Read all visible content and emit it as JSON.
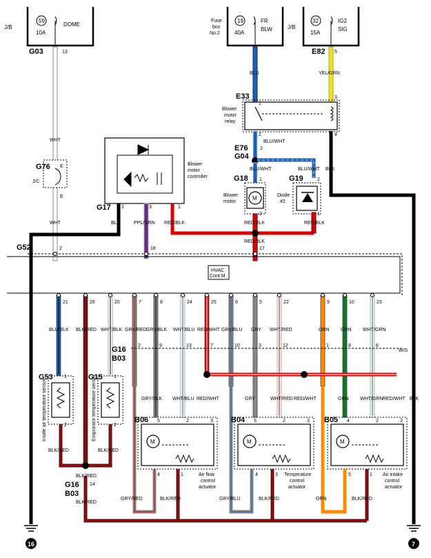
{
  "top": {
    "jb_left": "J/B",
    "fuse_dome_no": "59",
    "fuse_dome_amp": "10A",
    "fuse_dome_name": "DOME",
    "fusebox_label_1": "Fuse",
    "fusebox_label_2": "box",
    "fusebox_label_3": "No.2",
    "fuse_blw_no": "19",
    "fuse_blw_amp": "40A",
    "fuse_blw_name_1": "FR",
    "fuse_blw_name_2": "BLW",
    "jb_right": "J/B",
    "fuse_ig2_no": "32",
    "fuse_ig2_amp": "15A",
    "fuse_ig2_name_1": "IG2",
    "fuse_ig2_name_2": "SIG"
  },
  "connectors": {
    "g03": "G03",
    "g03_pin": "13",
    "e82": "E82",
    "e82_pin": "5",
    "e33": "E33",
    "e76": "E76",
    "e76_pin": "2",
    "g04": "G04",
    "g76": "G76",
    "g76_e1": "E",
    "g76_e2": "E",
    "jc": "J/C",
    "g17": "G17",
    "g17_p2": "2",
    "g17_p3": "3",
    "g17_p1": "1",
    "g18": "G18",
    "g18_p1": "1",
    "g18_p2": "2",
    "g19": "G19",
    "g19_p2": "2",
    "g19_p1": "1",
    "g52": "G52",
    "g52_p2": "2",
    "g52_p18": "18",
    "g52_p17": "17",
    "e33_p1": "1",
    "e33_p2": "2",
    "e33_p3": "3",
    "e33_p4": "4",
    "g16": "G16",
    "b03": "B03",
    "g16b": "G16",
    "b03b": "B03",
    "g16b_pin": "14",
    "g53": "G53",
    "g53_p1": "1",
    "g53_p2": "2",
    "g15": "G15",
    "g15_p1": "1",
    "g15_p2": "2",
    "b06": "B06",
    "b06_p5": "5",
    "b06_p2": "2",
    "b06_p3": "3",
    "b06_p4": "4",
    "b06_p1": "1",
    "b04": "B04",
    "b04_p5": "5",
    "b04_p2": "2",
    "b04_p3": "3",
    "b04_p4": "4",
    "b04_p3b": "3",
    "b05": "B05",
    "b05_p4": "4",
    "b05_p2": "2",
    "b05_p3": "3",
    "b05_p5": "5",
    "b05_p1": "1"
  },
  "components": {
    "blower_relay_1": "Blower",
    "blower_relay_2": "motor",
    "blower_relay_3": "relay",
    "blower_ctrl_1": "Blower",
    "blower_ctrl_2": "motor",
    "blower_ctrl_3": "controller",
    "blower_motor_1": "Blower",
    "blower_motor_2": "motor",
    "diode_1": "Diode",
    "diode_2": "#2",
    "hvac_1": "HVAC",
    "hvac_2": "Cont.M",
    "sensor_inside": "Inside air temperature sensor",
    "sensor_evap": "Evaporator temperature sensor",
    "act_air_1": "Air flow",
    "act_air_2": "control",
    "act_air_3": "actuator",
    "act_temp_1": "Temperature",
    "act_temp_2": "control",
    "act_temp_3": "actuator",
    "act_intake_1": "Air intake",
    "act_intake_2": "control",
    "act_intake_3": "actuator",
    "ws": "W/S",
    "ground_left": "16",
    "ground_right": "7",
    "motor_m": "M"
  },
  "wires": {
    "wht_top": "WHT",
    "wht_mid": "WHT",
    "blk_g17": "BLK",
    "ppl_grn": "PPL/GRN",
    "red_blk_g17": "RED/BLK",
    "red_blk_g18": "RED/BLK",
    "red_blk_g19": "RED/BLK",
    "red_blk_junc": "RED/BLK",
    "blu": "BLU",
    "yel_grn": "YEL/GRN",
    "blu_wht_1": "BLU/WHT",
    "blu_wht_2": "BLU/WHT",
    "blu_wht_3": "BLU/WHT",
    "blk_relay": "BLK",
    "blk_right": "BLK"
  },
  "hvac_pins": [
    {
      "pin": "21",
      "wire": "BLU/BLK"
    },
    {
      "pin": "26",
      "wire": "BLK/RED"
    },
    {
      "pin": "20",
      "wire": "WHT/BLK"
    },
    {
      "pin": "7",
      "wire": "GRY/RED"
    },
    {
      "pin": "8",
      "wire": "GRY/BLK"
    },
    {
      "pin": "24",
      "wire": "WHT/BLU"
    },
    {
      "pin": "25",
      "wire": "RED/WHT"
    },
    {
      "pin": "6",
      "wire": "GRY/BLU"
    },
    {
      "pin": "5",
      "wire": "GRY"
    },
    {
      "pin": "22",
      "wire": "WHT/RED"
    },
    {
      "pin": "9",
      "wire": "ORN"
    },
    {
      "pin": "10",
      "wire": "GRN"
    },
    {
      "pin": "23",
      "wire": "WHT/GRN"
    }
  ],
  "g16_pins": [
    "2",
    "9",
    "13",
    "7",
    "10",
    "3",
    "12",
    "1",
    "8",
    "6"
  ],
  "lower_wires": {
    "b06_grybk": "GRY/BLK",
    "b06_whtblu": "WHT/BLU",
    "b06_redwht": "RED/WHT",
    "b04_gry": "GRY",
    "b04_whtred": "WHT/RED",
    "b04_redwht": "RED/WHT",
    "b05_grn": "GRN",
    "b05_whtgrn": "WHT/GRN",
    "b05_redwht": "RED/WHT",
    "g53_blkred": "BLK/RED",
    "g15_blkred": "BLK/RED",
    "junc_blkred": "BLK/RED",
    "g16b_blkred": "BLK/RED",
    "bot_gryred": "GRY/RED",
    "bot_blkred1": "BLK/RED",
    "bot_grublu": "GRY/BLU",
    "bot_blkred2": "BLK/RED",
    "bot_orn": "ORN",
    "bot_blkred3": "BLK/RED"
  },
  "colors": {
    "blu": "#1d5fb4",
    "yel": "#f3e600",
    "red": "#e00000",
    "ppl": "#6a2a8c",
    "gry": "#888888",
    "grn": "#0a7a2a",
    "orn": "#ff8a00",
    "blk": "#000000",
    "brn": "#5a1010"
  }
}
